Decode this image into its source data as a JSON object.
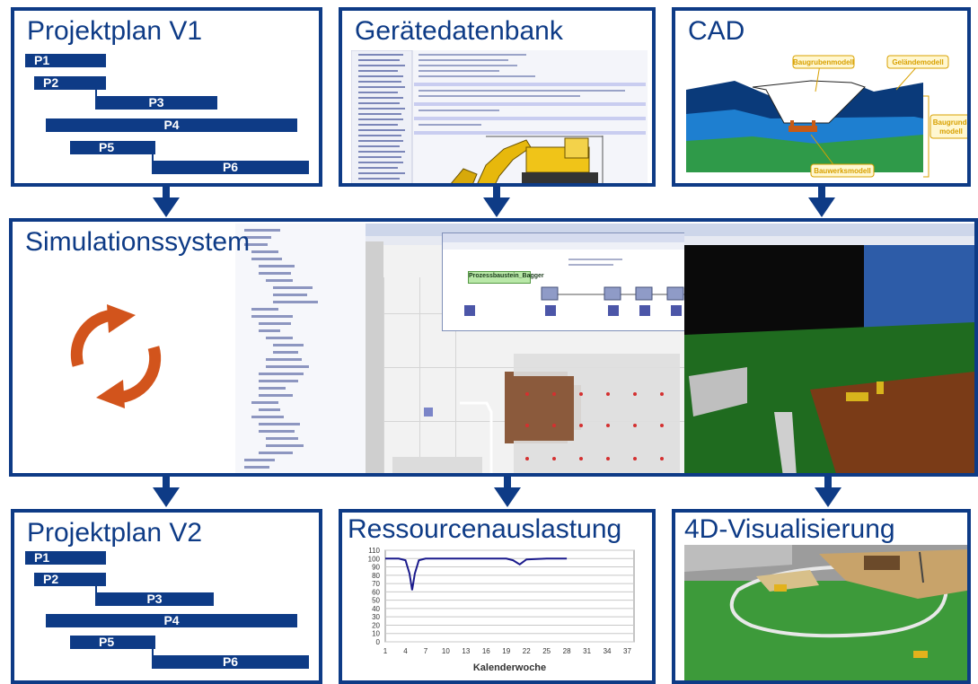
{
  "panels": {
    "plan1": {
      "title": "Projektplan V1",
      "bars": [
        "P1",
        "P2",
        "P3",
        "P4",
        "P5",
        "P6"
      ]
    },
    "geraete": {
      "title": "Gerätedatenbank"
    },
    "cad": {
      "title": "CAD",
      "labels": {
        "baugrube": "Baugrubenmodell",
        "gelaende": "Geländemodell",
        "baugrund_1": "Baugrund-",
        "baugrund_2": "modell",
        "bauwerk": "Bauwerksmodell"
      }
    },
    "sim": {
      "title": "Simulationssystem",
      "process_label": "Prozessbaustein_Bagger"
    },
    "plan2": {
      "title": "Projektplan V2",
      "bars": [
        "P1",
        "P2",
        "P3",
        "P4",
        "P5",
        "P6"
      ]
    },
    "ressourcen": {
      "title": "Ressourcenauslastung"
    },
    "vis4d": {
      "title": "4D-Visualisierung"
    }
  },
  "chart_data": {
    "type": "line",
    "title": "",
    "xlabel": "Kalenderwoche",
    "ylabel": "",
    "ylim": [
      0,
      110
    ],
    "yticks": [
      "0",
      "10",
      "20",
      "30",
      "40",
      "50",
      "60",
      "70",
      "80",
      "90",
      "100",
      "110"
    ],
    "xticks": [
      "1",
      "4",
      "7",
      "10",
      "13",
      "16",
      "19",
      "22",
      "25",
      "28",
      "31",
      "34",
      "37"
    ],
    "grid": true,
    "series": [
      {
        "name": "",
        "x": [
          1,
          2,
          3,
          4,
          4.6,
          5,
          5.4,
          6,
          7,
          10,
          13,
          16,
          19,
          20,
          21,
          22,
          25,
          28
        ],
        "y": [
          100,
          100,
          100,
          98,
          82,
          62,
          82,
          98,
          100,
          100,
          100,
          100,
          100,
          98,
          93,
          99,
          100,
          100
        ]
      }
    ]
  },
  "colors": {
    "border": "#0e3b86",
    "arrow": "#0e3b86",
    "cycle": "#d2541c",
    "line": "#1a1a8c"
  }
}
